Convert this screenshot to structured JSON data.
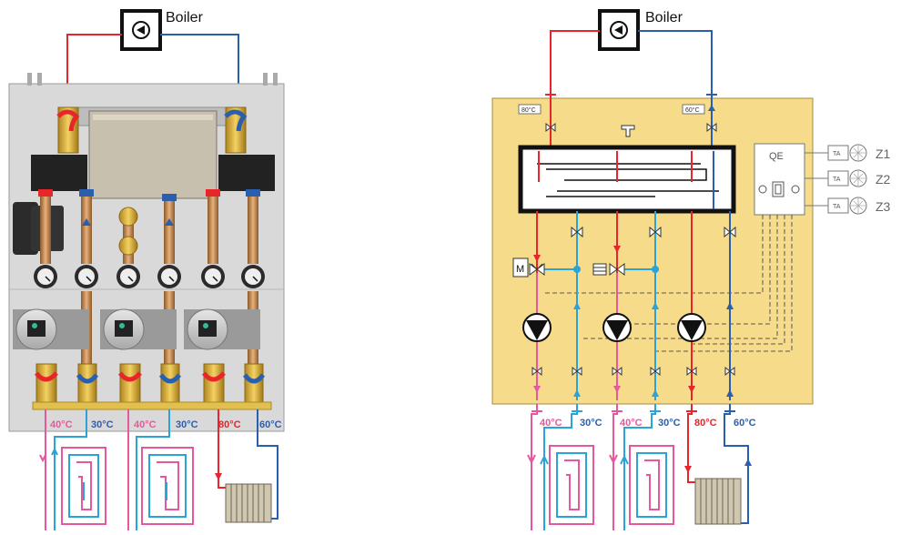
{
  "left": {
    "boiler_label": "Boiler",
    "temps": {
      "t1": "40°C",
      "t2": "30°C",
      "t3": "40°C",
      "t4": "30°C",
      "t5": "80°C",
      "t6": "60°C"
    }
  },
  "right": {
    "boiler_label": "Boiler",
    "supply_temp": "80°C",
    "return_temp": "60°C",
    "controller_label": "QE",
    "thermostat_label": "TA",
    "zones": [
      "Z1",
      "Z2",
      "Z3"
    ],
    "motor_label": "M",
    "temps": {
      "t1": "40°C",
      "t2": "30°C",
      "t3": "40°C",
      "t4": "30°C",
      "t5": "80°C",
      "t6": "60°C"
    }
  },
  "colors": {
    "hot": "#e8252b",
    "cold": "#2a5fb0",
    "floor_hot": "#e6589e",
    "floor_cold": "#29a3d8",
    "panel_yellow": "#f6dc8a",
    "cabinet_gray": "#d9d9d9"
  }
}
